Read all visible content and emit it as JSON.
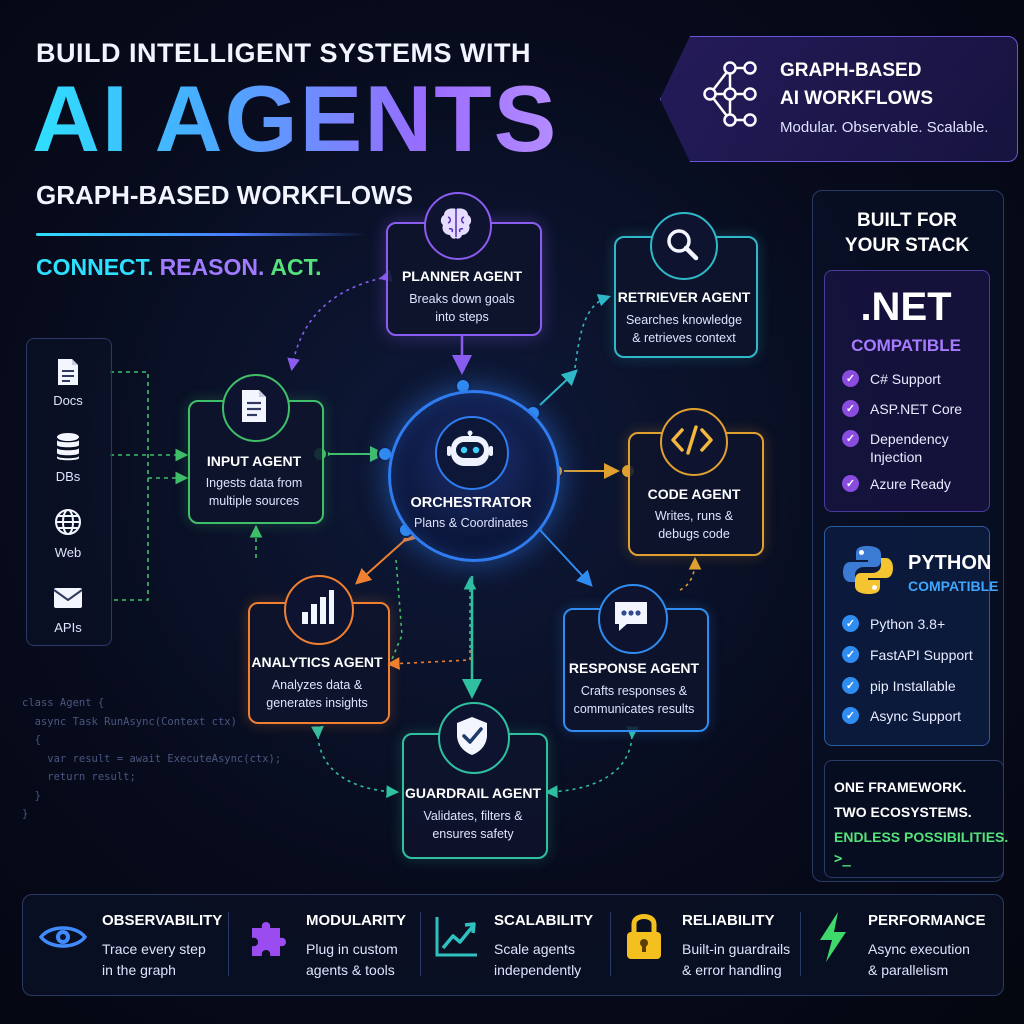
{
  "header": {
    "top_line": "BUILD INTELLIGENT SYSTEMS WITH",
    "headline": "AI AGENTS",
    "subtitle": "GRAPH-BASED WORKFLOWS",
    "tagline": [
      "CONNECT.",
      "REASON.",
      "ACT."
    ]
  },
  "banner": {
    "line1": "GRAPH-BASED",
    "line2": "AI WORKFLOWS",
    "line3": "Modular. Observable. Scalable.",
    "icon": "graph-nodes-icon"
  },
  "sources": [
    {
      "label": "Docs",
      "icon": "document-icon"
    },
    {
      "label": "DBs",
      "icon": "database-icon"
    },
    {
      "label": "Web",
      "icon": "globe-icon"
    },
    {
      "label": "APIs",
      "icon": "mail-icon"
    }
  ],
  "agents": {
    "planner": {
      "title": "PLANNER AGENT",
      "desc1": "Breaks down goals",
      "desc2": "into steps",
      "icon": "brain-icon",
      "color": "#8a5cf0"
    },
    "retriever": {
      "title": "RETRIEVER AGENT",
      "desc1": "Searches knowledge",
      "desc2": "& retrieves context",
      "icon": "search-icon",
      "color": "#2fb8c8"
    },
    "input": {
      "title": "INPUT AGENT",
      "desc1": "Ingests data from",
      "desc2": "multiple sources",
      "icon": "document-icon",
      "color": "#3fbf6a"
    },
    "orchestrator": {
      "title": "ORCHESTRATOR",
      "desc1": "Plans & Coordinates",
      "icon": "robot-icon",
      "color": "#2f7cf0"
    },
    "code": {
      "title": "CODE AGENT",
      "desc1": "Writes, runs &",
      "desc2": "debugs code",
      "icon": "code-icon",
      "color": "#e0a030"
    },
    "analytics": {
      "title": "ANALYTICS AGENT",
      "desc1": "Analyzes data &",
      "desc2": "generates insights",
      "icon": "bar-chart-icon",
      "color": "#f08030"
    },
    "response": {
      "title": "RESPONSE AGENT",
      "desc1": "Crafts responses &",
      "desc2": "communicates results",
      "icon": "chat-icon",
      "color": "#2f8cf0"
    },
    "guardrail": {
      "title": "GUARDRAIL AGENT",
      "desc1": "Validates, filters &",
      "desc2": "ensures safety",
      "icon": "shield-check-icon",
      "color": "#2fc0a0"
    }
  },
  "code_snippet": [
    "class Agent {",
    "  async Task RunAsync(Context ctx)",
    "  {",
    "    var result = await ExecuteAsync(ctx);",
    "    return result;",
    "  }",
    "}"
  ],
  "stack": {
    "title1": "BUILT FOR",
    "title2": "YOUR STACK",
    "dotnet": {
      "name": ".NET",
      "compat": "COMPATIBLE",
      "features": [
        "C# Support",
        "ASP.NET Core",
        "Dependency",
        "Injection",
        "Azure Ready"
      ]
    },
    "python": {
      "name": "PYTHON",
      "compat": "COMPATIBLE",
      "features": [
        "Python 3.8+",
        "FastAPI Support",
        "pip Installable",
        "Async Support"
      ]
    },
    "framework": {
      "line1": "ONE FRAMEWORK.",
      "line2": "TWO ECOSYSTEMS.",
      "line3": "ENDLESS POSSIBILITIES.",
      "prompt": ">_"
    }
  },
  "features": [
    {
      "title": "OBSERVABILITY",
      "desc1": "Trace every step",
      "desc2": "in the graph",
      "icon": "eye-icon"
    },
    {
      "title": "MODULARITY",
      "desc1": "Plug in custom",
      "desc2": "agents & tools",
      "icon": "puzzle-icon"
    },
    {
      "title": "SCALABILITY",
      "desc1": "Scale agents",
      "desc2": "independently",
      "icon": "trend-up-icon"
    },
    {
      "title": "RELIABILITY",
      "desc1": "Built-in guardrails",
      "desc2": "& error handling",
      "icon": "lock-icon"
    },
    {
      "title": "PERFORMANCE",
      "desc1": "Async execution",
      "desc2": "& parallelism",
      "icon": "lightning-icon"
    }
  ],
  "colors": {
    "cyan": "#2ee0ff",
    "purple": "#a07bff",
    "green": "#55e27a",
    "orange": "#f08030",
    "blue": "#2f7cf0"
  }
}
